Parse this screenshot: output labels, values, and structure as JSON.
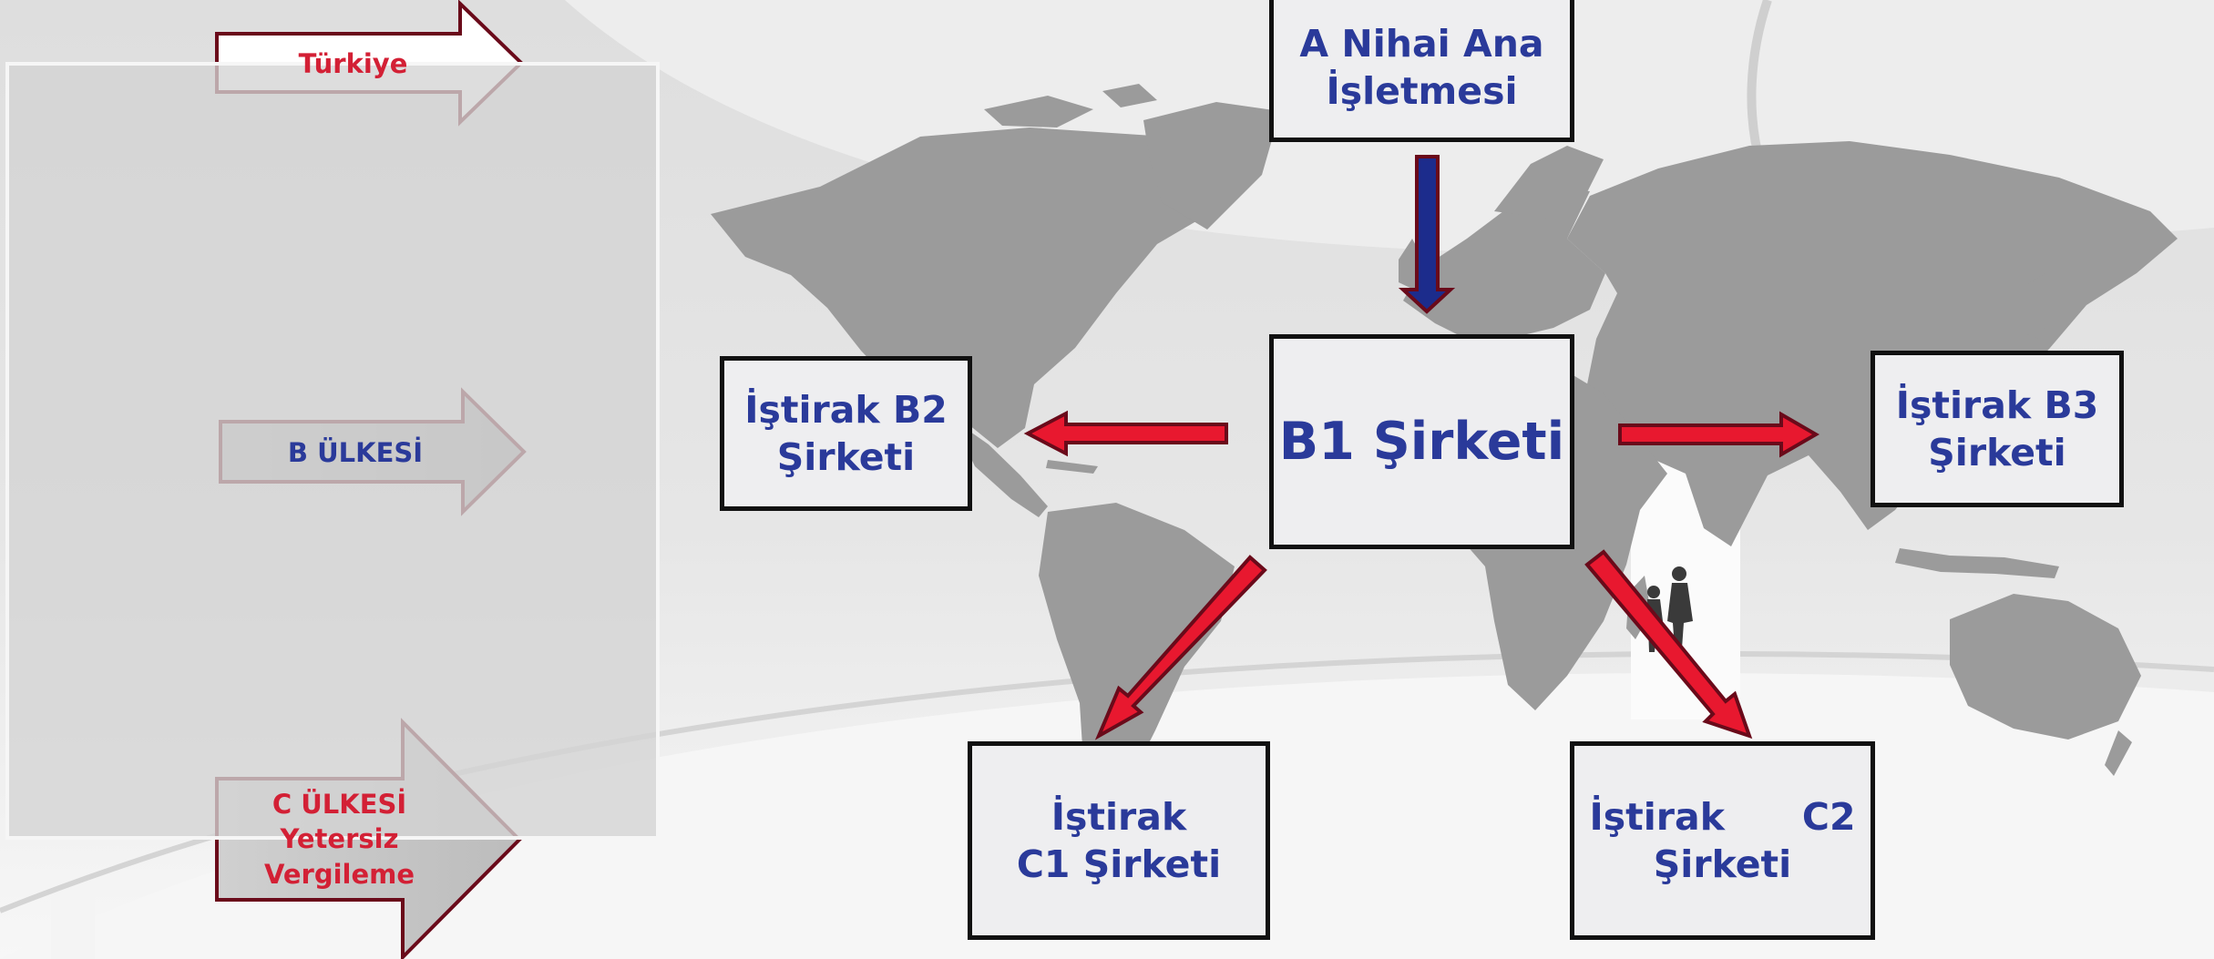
{
  "colors": {
    "box_text": "#2a3a9a",
    "red_text": "#d32035",
    "arrow_red": "#e8182f",
    "arrow_blue": "#1c2c8c",
    "arrow_outline": "#6a0a1a",
    "map": "#9a9a9a"
  },
  "left_panel": {
    "turkiye": "Türkiye",
    "b_ulkesi": "B ÜLKESİ",
    "c_ulkesi": [
      "C ÜLKESİ",
      "Yetersiz",
      "Vergileme"
    ]
  },
  "nodes": {
    "a_parent": [
      "A Nihai Ana",
      "İşletmesi"
    ],
    "b1": "B1 Şirketi",
    "b2": [
      "İştirak B2",
      "Şirketi"
    ],
    "b3": [
      "İştirak B3",
      "Şirketi"
    ],
    "c1": [
      "İştirak",
      "C1 Şirketi"
    ],
    "c2": {
      "word": "İştirak",
      "code": "C2",
      "line2": "Şirketi"
    }
  }
}
